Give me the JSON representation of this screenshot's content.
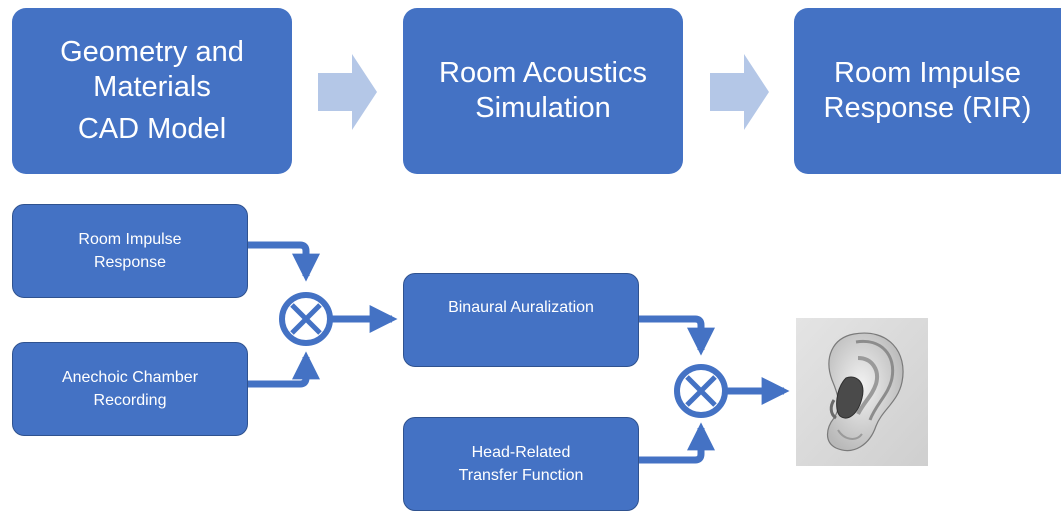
{
  "top_row": {
    "geometry": {
      "line1": "Geometry and",
      "line2": "Materials",
      "line3": "CAD Model"
    },
    "simulation": {
      "line1": "Room Acoustics",
      "line2": "Simulation"
    },
    "rir": {
      "line1": "Room Impulse",
      "line2": "Response (RIR)"
    }
  },
  "bottom_flow": {
    "rir_input": {
      "line1": "Room Impulse",
      "line2": "Response"
    },
    "anechoic": {
      "line1": "Anechoic Chamber",
      "line2": "Recording"
    },
    "binaural": {
      "label": "Binaural Auralization"
    },
    "hrtf": {
      "line1": "Head-Related",
      "line2": "Transfer Function"
    }
  },
  "icons": {
    "convolution": "convolution-operator-icon",
    "ear": "ear-image"
  },
  "colors": {
    "box_fill": "#4472c4",
    "box_text": "#ffffff",
    "connector": "#4472c4",
    "block_arrow": "#b4c7e7"
  }
}
